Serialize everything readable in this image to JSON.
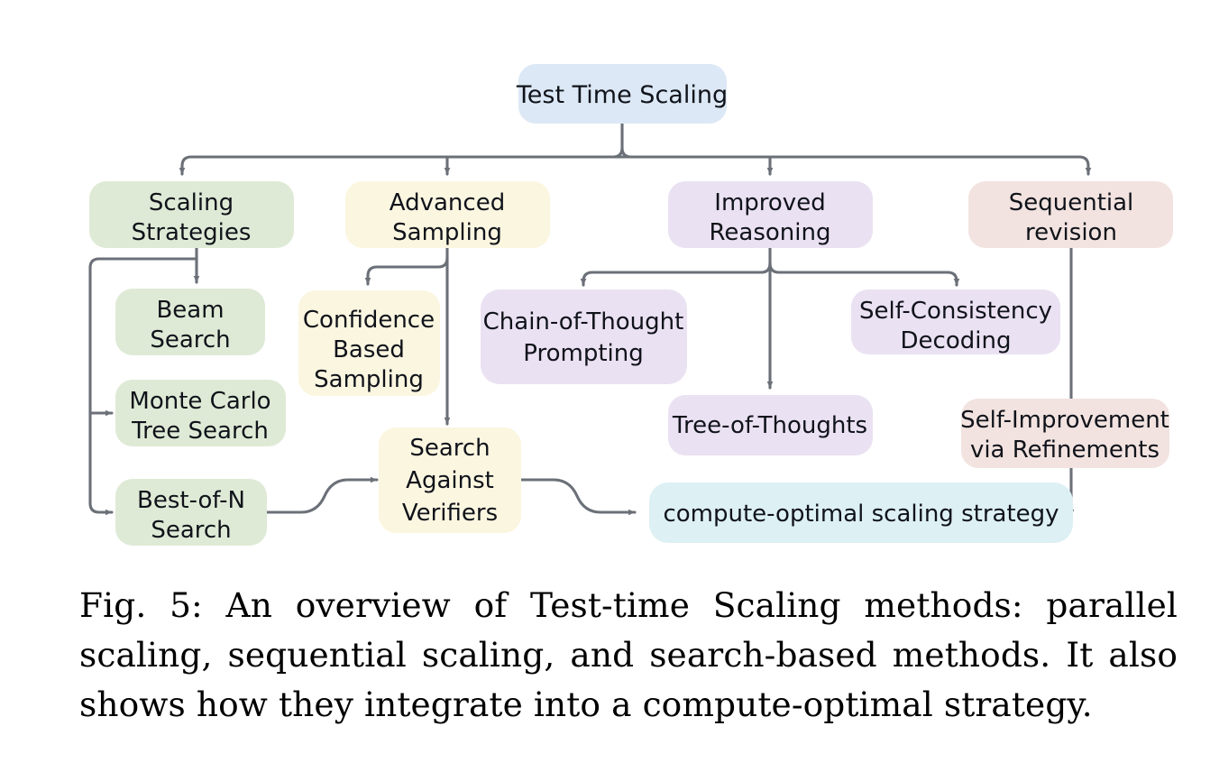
{
  "figure": {
    "caption": "Fig. 5: An overview of Test-time Scaling methods: parallel scaling, sequential scaling, and search-based methods. It also shows how they integrate into a compute-optimal strategy.",
    "caption_label": "Fig. 5:"
  },
  "colors": {
    "blue": "#dce8f5",
    "green": "#dfead6",
    "yellow": "#fbf6e0",
    "purple": "#eae1f2",
    "pink": "#f2e3e0",
    "lightblue_result": "#ddf0f4",
    "connector": "#6b7078",
    "text": "#10131a",
    "background": "#ffffff"
  },
  "diagram": {
    "type": "tree",
    "root": {
      "id": "test-time-scaling",
      "label": "Test Time Scaling",
      "color": "blue"
    },
    "branches": [
      {
        "id": "scaling-strategies",
        "label": "Scaling Strategies",
        "line1": "Scaling",
        "line2": "Strategies",
        "color": "green",
        "children": [
          {
            "id": "beam-search",
            "line1": "Beam",
            "line2": "Search",
            "label": "Beam Search",
            "color": "green"
          },
          {
            "id": "monte-carlo-tree-search",
            "line1": "Monte Carlo",
            "line2": "Tree Search",
            "label": "Monte Carlo Tree Search",
            "color": "green"
          },
          {
            "id": "best-of-n-search",
            "line1": "Best-of-N",
            "line2": "Search",
            "label": "Best-of-N Search",
            "color": "green"
          }
        ]
      },
      {
        "id": "advanced-sampling",
        "label": "Advanced Sampling",
        "line1": "Advanced",
        "line2": "Sampling",
        "color": "yellow",
        "children": [
          {
            "id": "confidence-based-sampling",
            "line1": "Confidence",
            "line2": "Based",
            "line3": "Sampling",
            "label": "Confidence Based Sampling",
            "color": "yellow"
          },
          {
            "id": "search-against-verifiers",
            "line1": "Search",
            "line2": "Against",
            "line3": "Verifiers",
            "label": "Search Against Verifiers",
            "color": "yellow"
          }
        ]
      },
      {
        "id": "improved-reasoning",
        "label": "Improved Reasoning",
        "line1": "Improved",
        "line2": "Reasoning",
        "color": "purple",
        "children": [
          {
            "id": "chain-of-thought-prompting",
            "line1": "Chain-of-Thought",
            "line2": "Prompting",
            "label": "Chain-of-Thought Prompting",
            "color": "purple"
          },
          {
            "id": "tree-of-thoughts",
            "line1": "Tree-of-Thoughts",
            "label": "Tree-of-Thoughts",
            "color": "purple"
          },
          {
            "id": "self-consistency-decoding",
            "line1": "Self-Consistency",
            "line2": "Decoding",
            "label": "Self-Consistency Decoding",
            "color": "purple"
          }
        ]
      },
      {
        "id": "sequential-revision",
        "label": "Sequential revision",
        "line1": "Sequential",
        "line2": "revision",
        "color": "pink",
        "children": [
          {
            "id": "self-improvement-via-refinements",
            "line1": "Self-Improvement",
            "line2": "via Refinements",
            "label": "Self-Improvement via Refinements",
            "color": "pink"
          }
        ]
      }
    ],
    "outcome": {
      "id": "compute-optimal-scaling-strategy",
      "label": "compute-optimal scaling strategy",
      "color": "lightblue_result"
    },
    "edges": [
      {
        "from": "test-time-scaling",
        "to": "scaling-strategies"
      },
      {
        "from": "test-time-scaling",
        "to": "advanced-sampling"
      },
      {
        "from": "test-time-scaling",
        "to": "improved-reasoning"
      },
      {
        "from": "test-time-scaling",
        "to": "sequential-revision"
      },
      {
        "from": "scaling-strategies",
        "to": "beam-search"
      },
      {
        "from": "scaling-strategies",
        "to": "monte-carlo-tree-search"
      },
      {
        "from": "scaling-strategies",
        "to": "best-of-n-search"
      },
      {
        "from": "advanced-sampling",
        "to": "confidence-based-sampling"
      },
      {
        "from": "advanced-sampling",
        "to": "search-against-verifiers"
      },
      {
        "from": "improved-reasoning",
        "to": "chain-of-thought-prompting"
      },
      {
        "from": "improved-reasoning",
        "to": "tree-of-thoughts"
      },
      {
        "from": "improved-reasoning",
        "to": "self-consistency-decoding"
      },
      {
        "from": "sequential-revision",
        "to": "compute-optimal-scaling-strategy"
      },
      {
        "from": "best-of-n-search",
        "to": "search-against-verifiers"
      },
      {
        "from": "search-against-verifiers",
        "to": "compute-optimal-scaling-strategy"
      }
    ]
  }
}
